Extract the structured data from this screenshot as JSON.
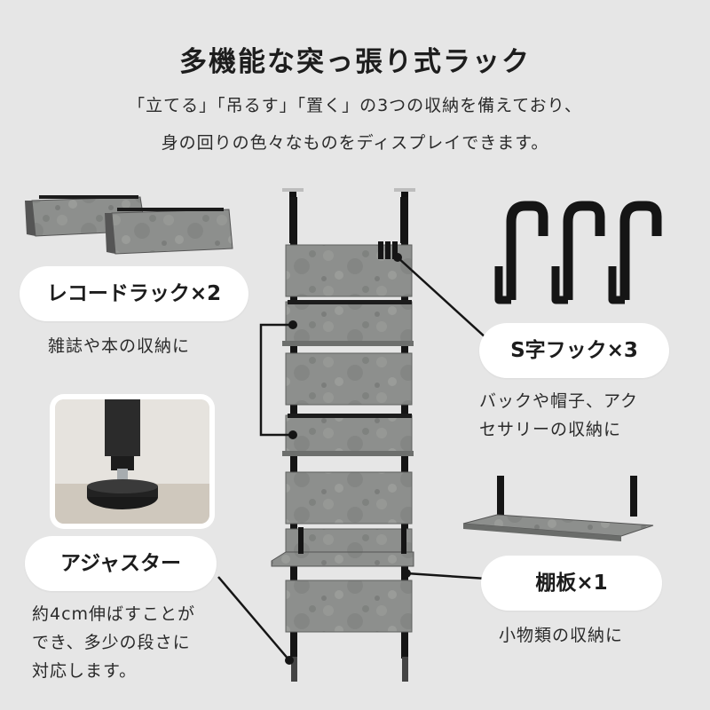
{
  "header": {
    "title": "多機能な突っ張り式ラック",
    "subtitle_line1": "「立てる」「吊るす」「置く」の3つの収納を備えており、",
    "subtitle_line2": "身の回りの色々なものをディスプレイできます。"
  },
  "features": {
    "record_rack": {
      "label": "レコードラック×2",
      "desc": "雑誌や本の収納に"
    },
    "s_hook": {
      "label": "S字フック×3",
      "desc_line1": "バックや帽子、アク",
      "desc_line2": "セサリーの収納に"
    },
    "adjuster": {
      "label": "アジャスター",
      "desc_line1": "約4cm伸ばすことが",
      "desc_line2": "でき、多少の段さに",
      "desc_line3": "対応します。"
    },
    "shelf": {
      "label": "棚板×1",
      "desc": "小物類の収納に"
    }
  },
  "colors": {
    "background": "#e6e6e6",
    "concrete": "#8f918f",
    "metal": "#1a1a1a",
    "pill": "#ffffff"
  }
}
